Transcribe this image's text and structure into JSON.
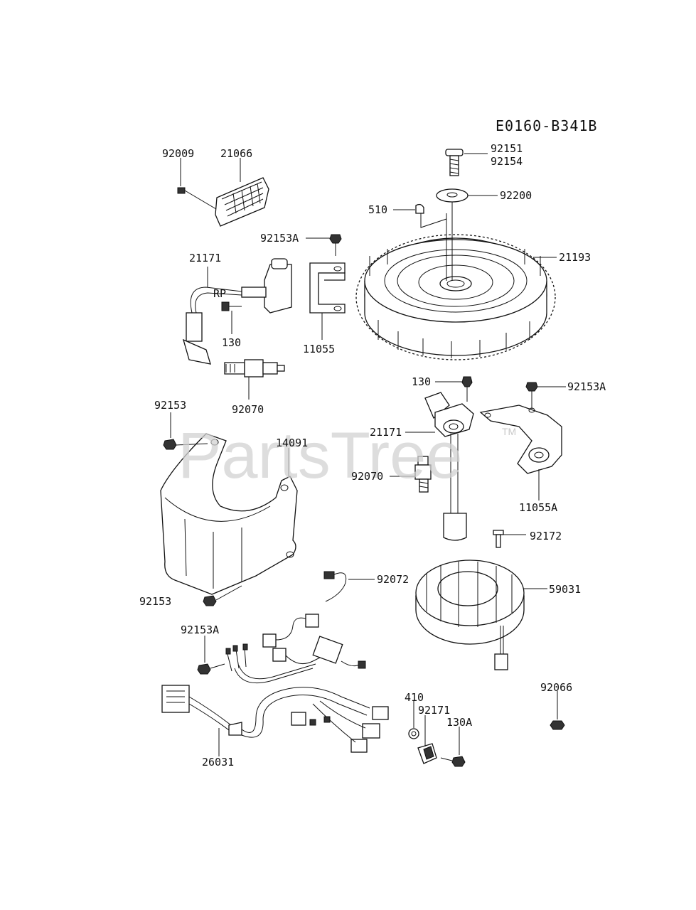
{
  "diagram_code": "E0160-B341B",
  "watermark": "PartsTree",
  "trademark": "TM",
  "parts": [
    {
      "id": "92009",
      "label": "92009"
    },
    {
      "id": "21066",
      "label": "21066"
    },
    {
      "id": "92151",
      "label": "92151"
    },
    {
      "id": "92154",
      "label": "92154"
    },
    {
      "id": "92200",
      "label": "92200"
    },
    {
      "id": "510",
      "label": "510"
    },
    {
      "id": "92153A-top",
      "label": "92153A"
    },
    {
      "id": "21193",
      "label": "21193"
    },
    {
      "id": "21171-left",
      "label": "21171"
    },
    {
      "id": "130-left",
      "label": "130"
    },
    {
      "id": "11055",
      "label": "11055"
    },
    {
      "id": "92070-left",
      "label": "92070"
    },
    {
      "id": "130-right",
      "label": "130"
    },
    {
      "id": "92153A-right",
      "label": "92153A"
    },
    {
      "id": "21171-right",
      "label": "21171"
    },
    {
      "id": "92153-top",
      "label": "92153"
    },
    {
      "id": "14091",
      "label": "14091"
    },
    {
      "id": "92070-right",
      "label": "92070"
    },
    {
      "id": "11055A",
      "label": "11055A"
    },
    {
      "id": "92172",
      "label": "92172"
    },
    {
      "id": "92153-bottom",
      "label": "92153"
    },
    {
      "id": "92072",
      "label": "92072"
    },
    {
      "id": "59031",
      "label": "59031"
    },
    {
      "id": "92153A-bottom",
      "label": "92153A"
    },
    {
      "id": "92066",
      "label": "92066"
    },
    {
      "id": "410",
      "label": "410"
    },
    {
      "id": "92171",
      "label": "92171"
    },
    {
      "id": "130A",
      "label": "130A"
    },
    {
      "id": "26031",
      "label": "26031"
    }
  ]
}
